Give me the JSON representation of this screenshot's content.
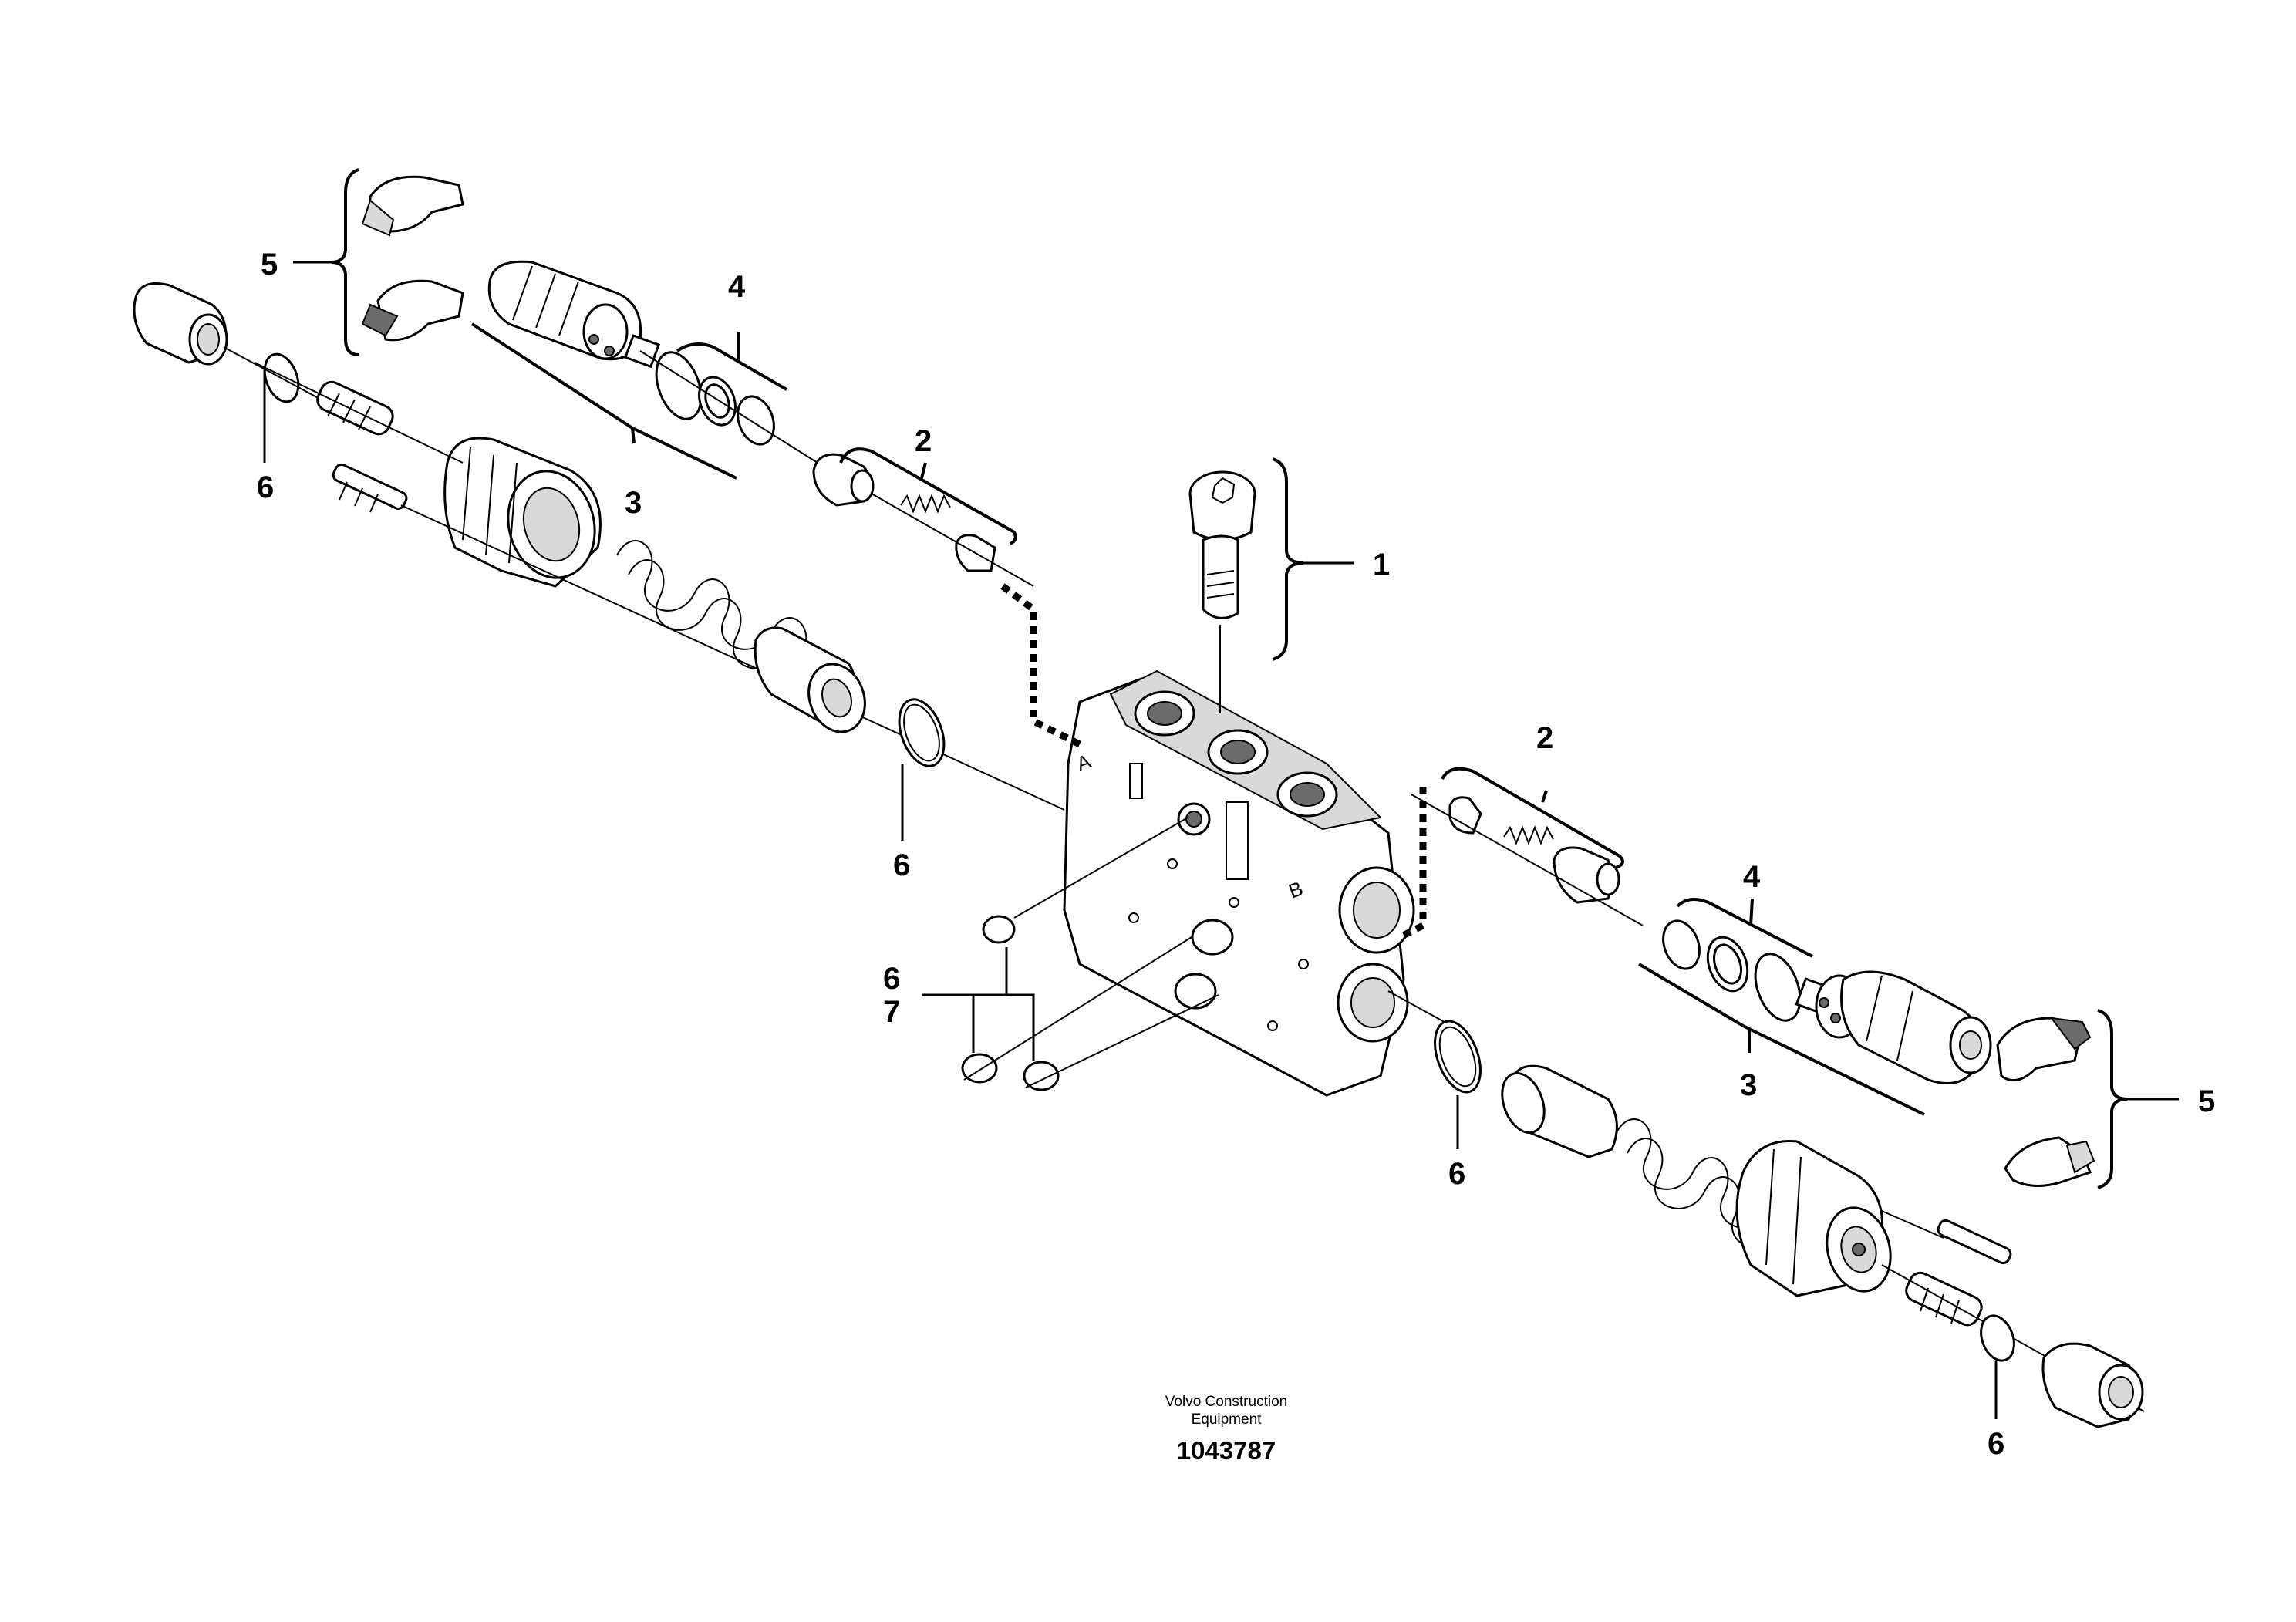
{
  "callouts": {
    "c1": "1",
    "c2_left": "2",
    "c2_right": "2",
    "c3_left": "3",
    "c3_right": "3",
    "c4_left": "4",
    "c4_right": "4",
    "c5_left": "5",
    "c5_right": "5",
    "c6_top_left": "6",
    "c6_mid_left": "6",
    "c6_stack": "6",
    "c7_stack": "7",
    "c6_mid_right": "6",
    "c6_bottom_right": "6"
  },
  "footer": {
    "company_line1": "Volvo Construction",
    "company_line2": "Equipment",
    "drawing_number": "1043787"
  },
  "body_marks": {
    "port_a": "A",
    "port_b": "B"
  },
  "colors": {
    "line": "#000000",
    "background": "#ffffff",
    "shading": "#d9d9d9"
  }
}
